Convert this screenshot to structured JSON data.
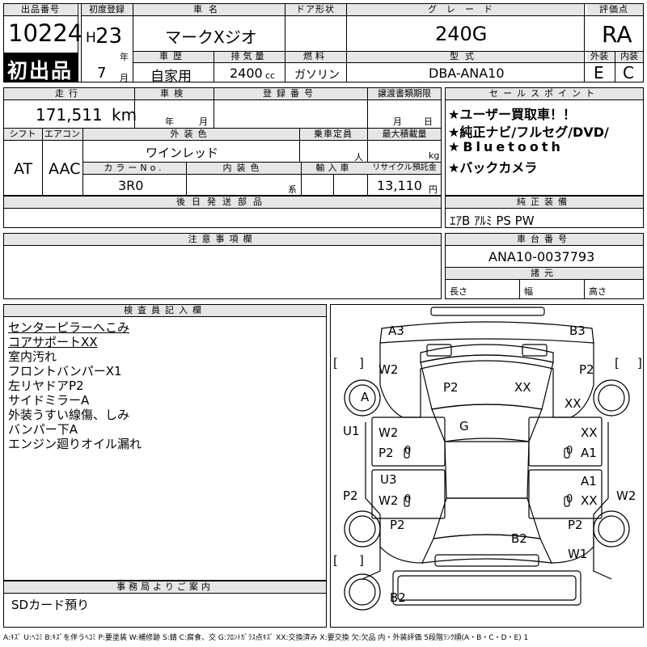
{
  "header": {
    "labels": {
      "lot_no": "出品番号",
      "first_reg": "初度登録",
      "car_name": "車名",
      "door": "ドア形状",
      "grade": "グレード",
      "score": "評価点",
      "history": "車歴",
      "displacement": "排気量",
      "fuel": "燃料",
      "model_code": "型式",
      "exterior": "外装",
      "interior": "内装"
    },
    "lot_no": "10224",
    "first_listing_badge": "初出品",
    "era": "H",
    "year": "23",
    "year_unit": "年",
    "month": "7",
    "month_unit": "月",
    "car_name": "マークXジオ",
    "grade": "240G",
    "score": "RA",
    "history": "自家用",
    "displacement": "2400",
    "displacement_unit": "cc",
    "fuel": "ガソリン",
    "model_code": "DBA-ANA10",
    "exterior_score": "E",
    "interior_score": "C"
  },
  "row2": {
    "labels": {
      "mileage": "走行",
      "inspection": "車検",
      "reg_no": "登録番号",
      "transfer": "譲渡書類期限",
      "shift": "シフト",
      "aircon": "エアコン",
      "ext_color": "外装色",
      "capacity": "乗車定員",
      "max_load": "最大積載量",
      "color_no": "カラーNo.",
      "int_color": "内装色",
      "import": "輸入車",
      "recycle": "リサイクル預託金"
    },
    "mileage": "171,511",
    "mileage_unit": "km",
    "year_unit": "年",
    "month_unit": "月",
    "day_unit": "日",
    "shift": "AT",
    "aircon": "AAC",
    "ext_color": "ワインレッド",
    "capacity_unit": "人",
    "load_unit": "kg",
    "color_no": "3R0",
    "int_color_unit": "系",
    "recycle_fee": "13,110",
    "recycle_unit": "円"
  },
  "later_parts": {
    "label": "後日発送部品"
  },
  "sales_points": {
    "label": "セールスポイント",
    "lines": [
      "★ユーザー買取車！！",
      "★純正ナビ/フルセグ/DVD/",
      "★Bluetooth",
      "★バックカメラ"
    ]
  },
  "genuine_equipment": {
    "label": "純正装備",
    "value": "ｴｱB ｱﾙﾐ PS PW"
  },
  "notes": {
    "label": "注意事項欄"
  },
  "chassis": {
    "label": "車台番号",
    "value": "ANA10-0037793"
  },
  "specs": {
    "label": "諸元",
    "length": "長さ",
    "width": "幅",
    "height": "高さ"
  },
  "inspector": {
    "label": "検査員記入欄",
    "lines": [
      "センターピラーへこみ",
      "コアサポートXX",
      "室内汚れ",
      "フロントバンパーX1",
      "左リヤドアP2",
      "サイドミラーA",
      "外装うすい線傷、しみ",
      "バンパー下A",
      "エンジン廻りオイル漏れ"
    ]
  },
  "office": {
    "label": "事務局よりご案内",
    "message": "SDカード預り"
  },
  "diagram": {
    "codes": {
      "a3": "A3",
      "b3": "B3",
      "w2_fl": "W2",
      "p2_hood": "P2",
      "xx_hood": "XX",
      "p2_fr": "P2",
      "a_circle": "A",
      "xx_r": "XX",
      "g_center": "G",
      "u1": "U1",
      "w2_lf": "W2",
      "p2_lf": "P2",
      "xx_rf": "XX",
      "a1_rf": "A1",
      "u3": "U3",
      "w2_lr": "W2",
      "a1_rr": "A1",
      "xx_rr": "XX",
      "p2_side_l": "P2",
      "w2_side_r": "W2",
      "p2_rl": "P2",
      "p2_rr": "P2",
      "b2_mid": "B2",
      "w1": "W1",
      "b2_bottom": "B2",
      "zero1": "0",
      "zero2": "0",
      "zero3": "0",
      "zero4": "0",
      "br_l1": "[",
      "br_r1": "]",
      "br_l2": "[",
      "br_r2": "]",
      "br_l3": "[",
      "br_r3": "]"
    }
  },
  "legend": "A:ｷｽﾞ U:ﾍｺﾐ B:ｷｽﾞを伴うﾍｺﾐ P:要塗装 W:補修跡 S:錆 C:腐食、交 G:ﾌﾛﾝﾄｶﾞﾗｽ点ｷｽﾞ XX:交換済み X:要交換 欠:欠品 内・外装評価 5段階ﾗﾝｸ順(A・B・C・D・E) 1"
}
